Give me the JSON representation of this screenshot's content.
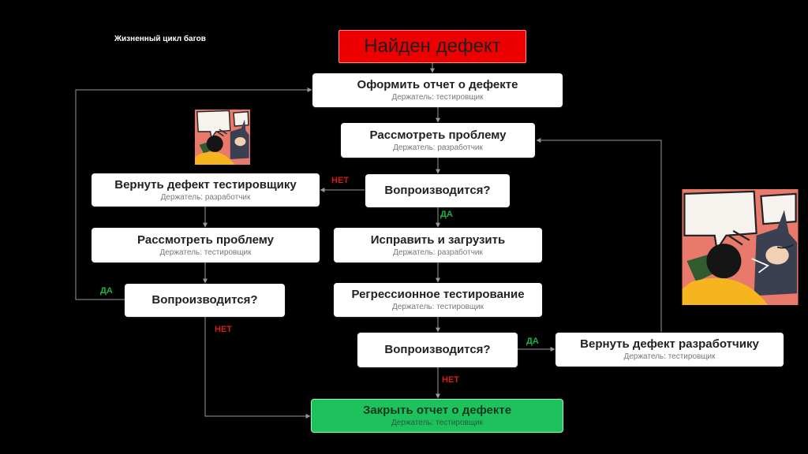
{
  "title": "Жизненный цикл багов",
  "colors": {
    "found": "#ee0000",
    "closed": "#1dc25c",
    "yes": "#19b54b",
    "no": "#d31e1e"
  },
  "nodes": {
    "found": {
      "title": "Найден дефект"
    },
    "report": {
      "title": "Оформить отчет о дефекте",
      "sub": "Держатель: тестировщик"
    },
    "review_dev": {
      "title": "Рассмотреть проблему",
      "sub": "Держатель: разработчик"
    },
    "repro1": {
      "title": "Вопроизводится?"
    },
    "return_tester": {
      "title": "Вернуть дефект тестировщику",
      "sub": "Держатель: разработчик"
    },
    "review_tester": {
      "title": "Рассмотреть проблему",
      "sub": "Держатель: тестировщик"
    },
    "repro2": {
      "title": "Вопроизводится?"
    },
    "fix": {
      "title": "Исправить и загрузить",
      "sub": "Держатель: разработчик"
    },
    "regression": {
      "title": "Регрессионное тестирование",
      "sub": "Держатель: тестировщик"
    },
    "repro3": {
      "title": "Вопроизводится?"
    },
    "return_dev": {
      "title": "Вернуть дефект разработчику",
      "sub": "Держатель: тестировщик"
    },
    "close": {
      "title": "Закрыть отчет о дефекте",
      "sub": "Держатель: тестировщик"
    }
  },
  "edge_labels": {
    "repro1_no": "НЕТ",
    "repro1_yes": "ДА",
    "repro2_yes": "ДА",
    "repro2_no": "НЕТ",
    "repro3_yes": "ДА",
    "repro3_no": "НЕТ"
  },
  "images": [
    {
      "name": "batman-slap-meme-small",
      "icon": "batman-slapping-robin-comic"
    },
    {
      "name": "batman-slap-meme-large",
      "icon": "batman-slapping-robin-comic"
    }
  ]
}
